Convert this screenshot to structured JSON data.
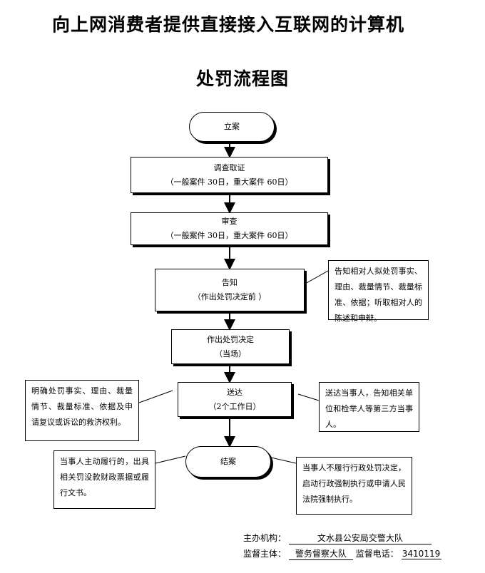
{
  "title": {
    "line1": "向上网消费者提供直接接入互联网的计算机",
    "line2": "处罚流程图"
  },
  "flow": {
    "filing": "立案",
    "investigate": {
      "label": "调查取证",
      "detail": "（一般案件 30日，重大案件 60日）"
    },
    "review": {
      "label": "审查",
      "detail": "（一般案件 30日，重大案件 60日）"
    },
    "notify": {
      "label": "告知",
      "detail": "（作出处罚决定前 ）"
    },
    "decide": {
      "label": "作出处罚决定",
      "detail": "（当场）"
    },
    "deliver": {
      "label": "送达",
      "detail": "（2个工作日）"
    },
    "close": "结案"
  },
  "notes": {
    "notify_note": "告知相对人拟处罚事实、理由、裁量情节、裁量标准、依据；听取相对人的陈述和申辩。",
    "deliver_left": "明确处罚事实、理由、裁量情节、裁量标准、依据及申请复议或诉讼的救济权利。",
    "deliver_right": "送达当事人，告知相关单位和检举人等第三方当事人。",
    "close_left": "当事人主动履行的，出具相关罚没款财政票据或履行文书。",
    "close_right": "当事人不履行行政处罚决定，启动行政强制执行或申请人民法院强制执行。"
  },
  "footer": {
    "org_label": "主办机构：",
    "org_value": "文水县公安局交警大队",
    "supervisor_label": "监督主体：",
    "supervisor_value": "警务督察大队",
    "phone_label": "监督电话：",
    "phone_value": "3410119"
  }
}
